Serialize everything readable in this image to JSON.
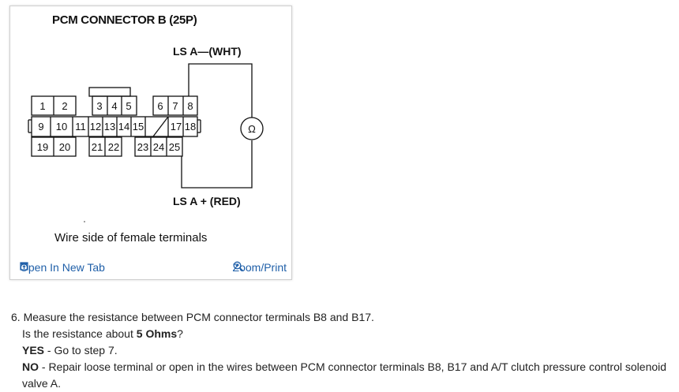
{
  "figure": {
    "title": "PCM CONNECTOR B (25P)",
    "terminal_neg_label": "LS A—(WHT)",
    "terminal_pos_label": "LS A + (RED)",
    "caption": "Wire side of female terminals",
    "meter_symbol": "Ω",
    "pins": {
      "p1": "1",
      "p2": "2",
      "p3": "3",
      "p4": "4",
      "p5": "5",
      "p6": "6",
      "p7": "7",
      "p8": "8",
      "p9": "9",
      "p10": "10",
      "p11": "11",
      "p12": "12",
      "p13": "13",
      "p14": "14",
      "p15": "15",
      "p17": "17",
      "p18": "18",
      "p19": "19",
      "p20": "20",
      "p21": "21",
      "p22": "22",
      "p23": "23",
      "p24": "24",
      "p25": "25"
    },
    "open_tab_label": "Open In New Tab",
    "zoom_label": "Zoom/Print",
    "open_tab_icon": "open-new-tab-icon",
    "zoom_icon": "zoom-icon"
  },
  "step": {
    "instruction": "6. Measure the resistance between PCM connector terminals B8 and B17.",
    "question_prefix": "Is the resistance about ",
    "question_value": "5 Ohms",
    "question_suffix": "?",
    "yes_label": "YES",
    "yes_text": " - Go to step 7.",
    "no_label": "NO",
    "no_text": " - Repair loose terminal or open in the wires between PCM connector terminals B8, B17 and A/T clutch pressure control solenoid valve A."
  },
  "colors": {
    "link": "#1f5fa8",
    "border": "#cfcfcf"
  }
}
